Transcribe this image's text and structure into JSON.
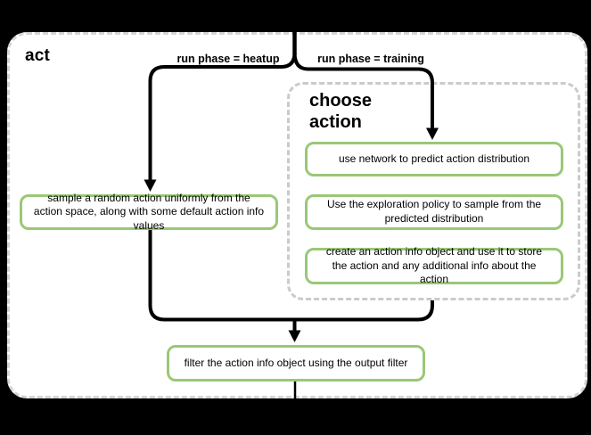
{
  "colors": {
    "canvas_bg": "#000000",
    "surface_bg": "#ffffff",
    "outer_border": "#d5d5d5",
    "group_border": "#cbcbcb",
    "node_border": "#99c877",
    "connector": "#000000",
    "text_color": "#000000"
  },
  "diagram": {
    "container_title": "act",
    "branches": {
      "heatup_label": "run phase = heatup",
      "training_label": "run phase = training"
    },
    "group": {
      "title": "choose action"
    },
    "nodes": {
      "sample_random": "sample a random action uniformly from the action space, along with some default action info values",
      "predict_distribution": "use network to predict action distribution",
      "exploration_policy": "Use the exploration policy to sample from the predicted distribution",
      "create_action_info": "create an action info object and use it to store the action and any additional info about the action",
      "filter_output": "filter the action info object using the output filter"
    }
  }
}
